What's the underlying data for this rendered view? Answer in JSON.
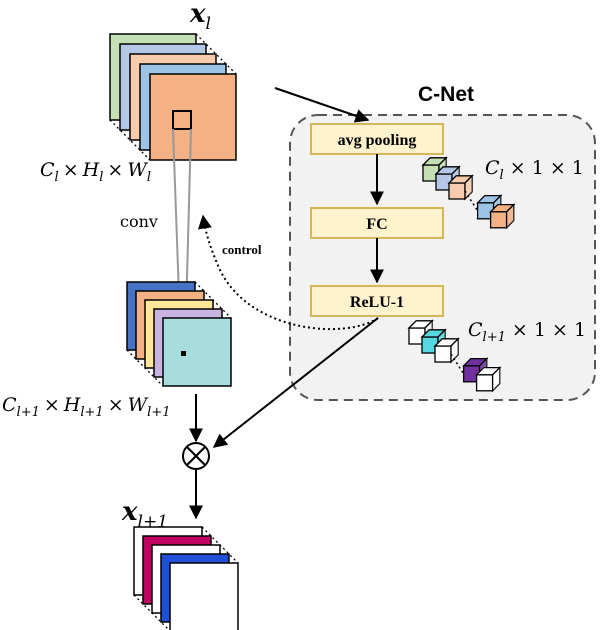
{
  "labels": {
    "input_var": "x",
    "input_sub": "l",
    "output_var": "x",
    "output_sub": "l+1",
    "input_dims": {
      "c": "C",
      "c_sub": "l",
      "h": "H",
      "h_sub": "l",
      "w": "W",
      "w_sub": "l",
      "times": "×"
    },
    "mid_dims": {
      "c": "C",
      "c_sub": "l+1",
      "h": "H",
      "h_sub": "l+1",
      "w": "W",
      "w_sub": "l+1",
      "times": "×"
    },
    "conv": "conv",
    "control": "control",
    "cnet_title": "C-Net",
    "avg_vector": {
      "c": "C",
      "c_sub": "l",
      "rest": " × 1 × 1"
    },
    "relu_vector": {
      "c": "C",
      "c_sub": "l+1",
      "rest": " × 1 × 1"
    },
    "multiply": "⊗"
  },
  "blocks": {
    "avg_pooling": "avg pooling",
    "fc": "FC",
    "relu": "ReLU-1"
  },
  "colors": {
    "input_layers": [
      "#c5e0b4",
      "#b4c7e7",
      "#f8cbad",
      "#9dc3e6",
      "#f4b183"
    ],
    "mid_layers": [
      "#4472c4",
      "#f4b183",
      "#ffe699",
      "#c9b3e0",
      "#a8dde0"
    ],
    "output_layers": [
      "#ffffff",
      "#c00060",
      "#ffffff",
      "#1f4fd8",
      "#ffffff"
    ],
    "block_fill": "#fff2cc",
    "block_border": "#d6b656",
    "cnet_fill": "#f2f2f2",
    "avg_cubes": [
      "#c5e0b4",
      "#b4c7e7",
      "#f8cbad",
      "#9dc3e6",
      "#f4b183"
    ],
    "relu_cubes": [
      "#ffffff",
      "#55d8e0",
      "#ffffff",
      "#7030a0",
      "#ffffff"
    ]
  }
}
